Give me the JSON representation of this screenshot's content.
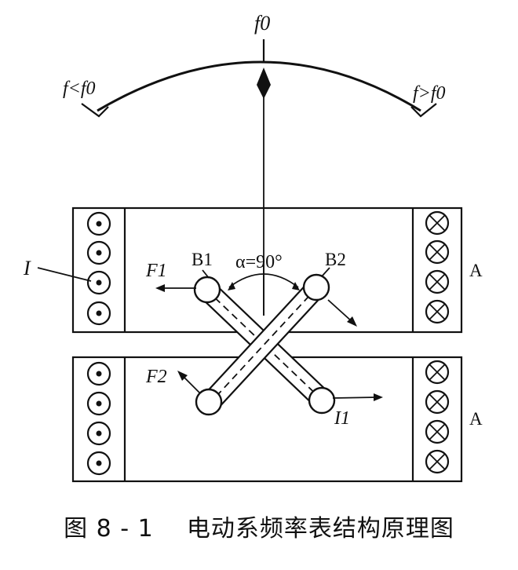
{
  "labels": {
    "f0": "f0",
    "f_less": "f<f0",
    "f_greater": "f>f0",
    "current_I": "I",
    "current_I1": "I1",
    "force_F1": "F1",
    "force_F2": "F2",
    "coil_B1": "B1",
    "coil_B2": "B2",
    "angle": "α=90°",
    "coil_A_top": "A",
    "coil_A_bottom": "A"
  },
  "caption": {
    "figure_number": "图 8 - 1",
    "title": "电动系频率表结构原理图"
  },
  "colors": {
    "ink": "#111111",
    "background": "#ffffff"
  }
}
